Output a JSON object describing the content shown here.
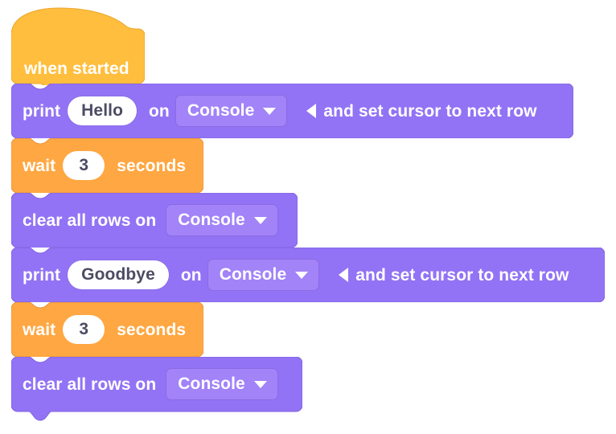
{
  "workspace": {
    "background_color": "#ffffff",
    "canvas_label": "blocks-workspace"
  },
  "palette": {
    "event_block_color": "#ffbe3d",
    "event_block_border": "#eaa62e",
    "control_block_color": "#ffa742",
    "control_block_border": "#e8913a",
    "console_block_color": "#9273f5",
    "console_block_border": "#8162e0",
    "dropdown_field_color": "#a283f8",
    "dropdown_field_border": "#8d6ae4",
    "text_field_background": "#ffffff",
    "text_field_color": "#4c4c63",
    "block_label_color": "#ffffff"
  },
  "script": {
    "name": "when-started-script",
    "blocks": [
      {
        "id": "when-started",
        "type": "hat",
        "category": "event",
        "label": "when started"
      },
      {
        "id": "print-hello",
        "type": "statement",
        "category": "console",
        "label_print": "print",
        "value": "Hello",
        "label_on": "on",
        "dropdown": "Console",
        "label_suffix": "and set cursor to next row",
        "arrow_icon": "triangle-left-icon"
      },
      {
        "id": "wait-1",
        "type": "statement",
        "category": "control",
        "label_wait": "wait",
        "value": "3",
        "label_seconds": "seconds"
      },
      {
        "id": "clear-rows-1",
        "type": "statement",
        "category": "console",
        "label_clear": "clear all rows on",
        "dropdown": "Console"
      },
      {
        "id": "print-goodbye",
        "type": "statement",
        "category": "console",
        "label_print": "print",
        "value": "Goodbye",
        "label_on": "on",
        "dropdown": "Console",
        "label_suffix": "and set cursor to next row",
        "arrow_icon": "triangle-left-icon"
      },
      {
        "id": "wait-2",
        "type": "statement",
        "category": "control",
        "label_wait": "wait",
        "value": "3",
        "label_seconds": "seconds"
      },
      {
        "id": "clear-rows-2",
        "type": "statement",
        "category": "console",
        "label_clear": "clear all rows on",
        "dropdown": "Console"
      }
    ]
  }
}
